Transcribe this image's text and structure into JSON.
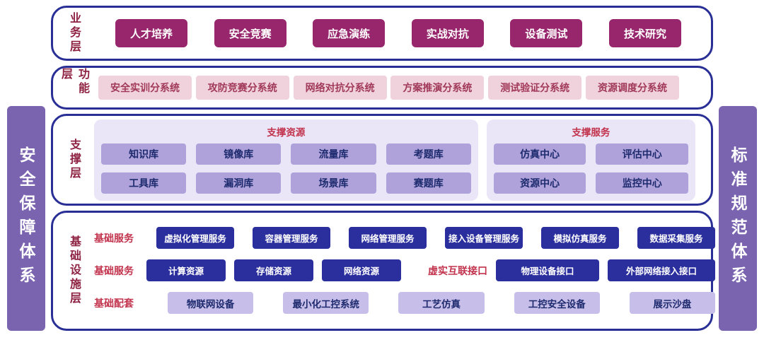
{
  "pillars": {
    "left": "安全保障体系",
    "right": "标准规范体系"
  },
  "business": {
    "label": "业务层",
    "items": [
      "人才培养",
      "安全竞赛",
      "应急演练",
      "实战对抗",
      "设备测试",
      "技术研究"
    ]
  },
  "function": {
    "label": "功能层",
    "items": [
      "安全实训分系统",
      "攻防竞赛分系统",
      "网络对抗分系统",
      "方案推演分系统",
      "测试验证分系统",
      "资源调度分系统"
    ]
  },
  "support": {
    "label": "支撑层",
    "resources": {
      "title": "支撑资源",
      "items": [
        "知识库",
        "镜像库",
        "流量库",
        "考题库",
        "工具库",
        "漏洞库",
        "场景库",
        "赛题库"
      ]
    },
    "services": {
      "title": "支撑服务",
      "items": [
        "仿真中心",
        "评估中心",
        "资源中心",
        "监控中心"
      ]
    }
  },
  "infrastructure": {
    "label": "基础设施层",
    "row1": {
      "label": "基础服务",
      "items": [
        "虚拟化管理服务",
        "容器管理服务",
        "网络管理服务",
        "接入设备管理服务",
        "模拟仿真服务",
        "数据采集服务"
      ]
    },
    "row2": {
      "label": "基础服务",
      "items": [
        "计算资源",
        "存储资源",
        "网络资源"
      ],
      "label2": "虚实互联接口",
      "items2": [
        "物理设备接口",
        "外部网络接入接口"
      ]
    },
    "row3": {
      "label": "基础配套",
      "items": [
        "物联网设备",
        "最小化工控系统",
        "工艺仿真",
        "工控安全设备",
        "展示沙盘"
      ]
    }
  },
  "colors": {
    "pillar": "#7A64B0",
    "layer_border": "#2A2F96",
    "layer_label": "#8E2242",
    "business_node": "#97266C",
    "function_node_bg": "#F0D2DC",
    "function_node_text": "#A1395A",
    "group_panel_bg": "#EAE5F7",
    "group_title": "#C2334D",
    "support_node_bg": "#AFA2DB",
    "support_node_text": "#1D2A6E",
    "infra_node": "#2B2F9D",
    "infra_light_node_bg": "#C7BEE9",
    "row_label": "#C2334D"
  }
}
